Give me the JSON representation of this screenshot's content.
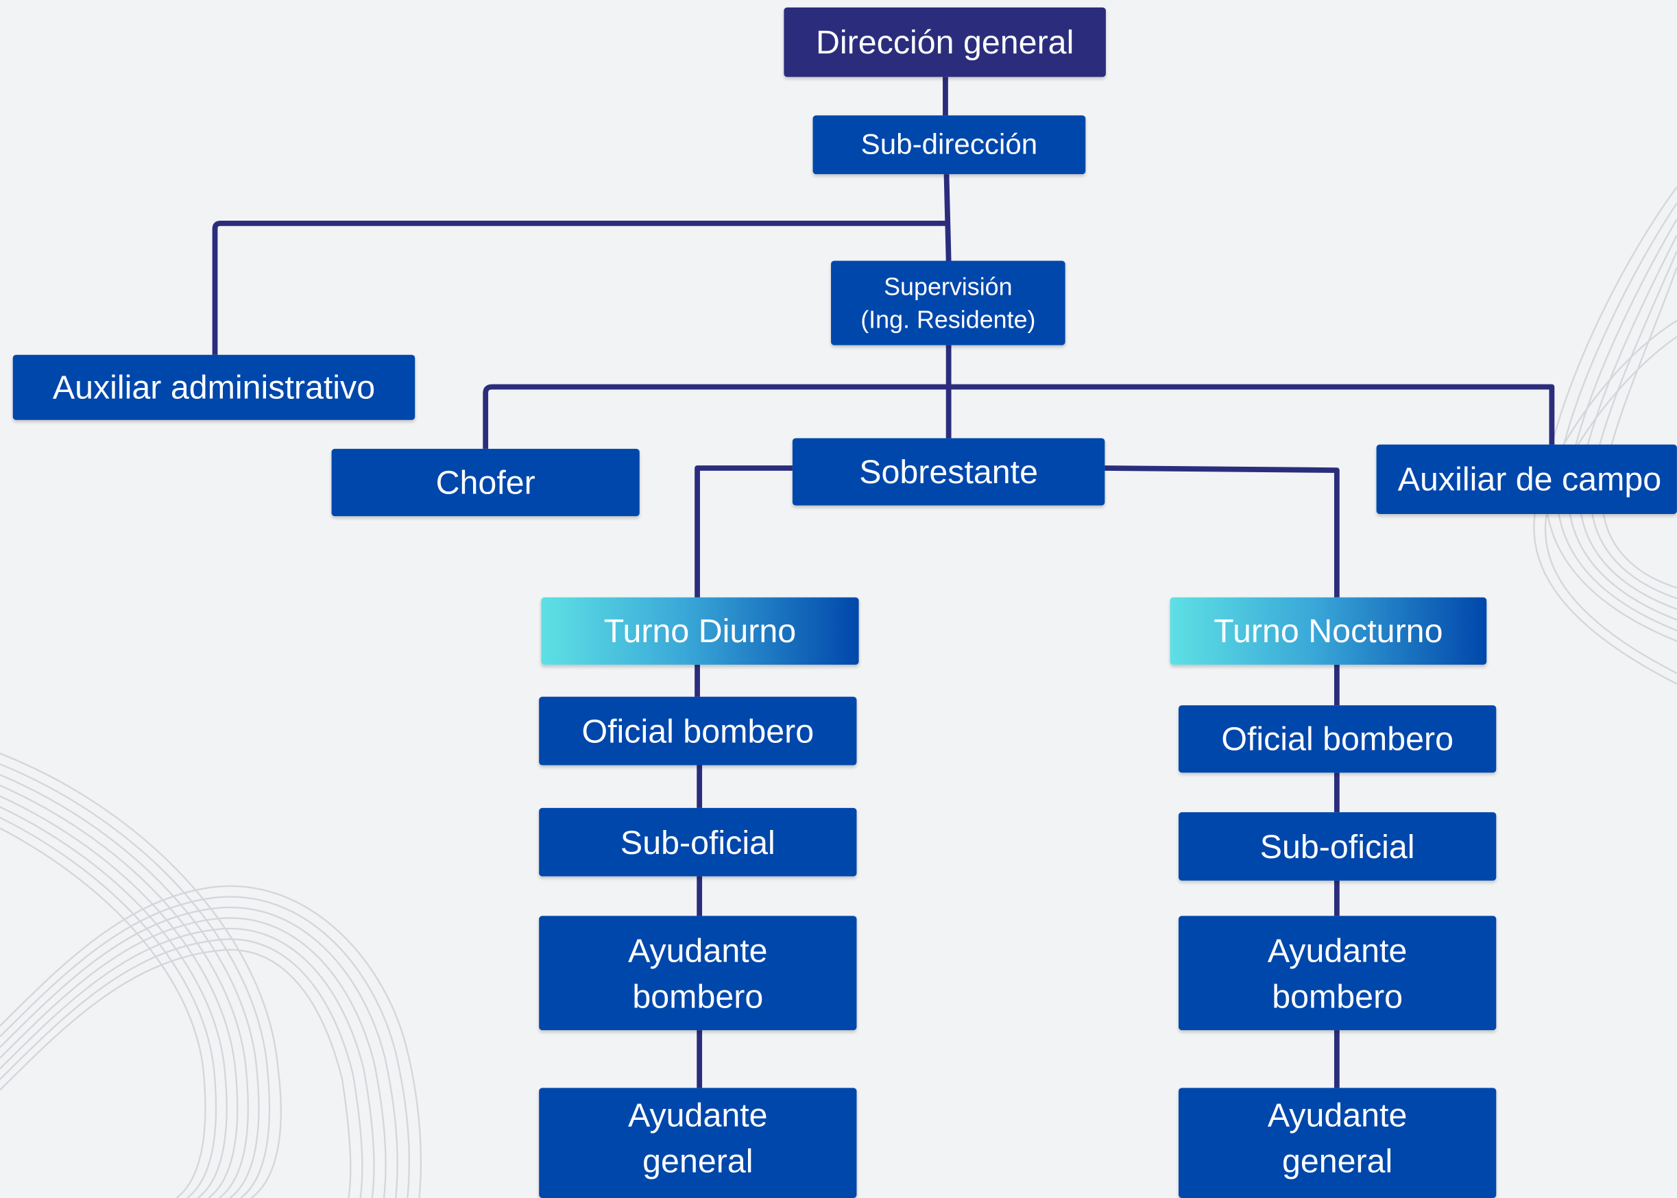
{
  "org": {
    "direccion": "Dirección general",
    "subdireccion": "Sub-dirección",
    "supervision_l1": "Supervisión",
    "supervision_l2": "(Ing. Residente)",
    "auxiliar_admin": "Auxiliar administrativo",
    "chofer": "Chofer",
    "sobrestante": "Sobrestante",
    "auxiliar_campo": "Auxiliar de campo",
    "turno_diurno": {
      "title": "Turno Diurno",
      "oficial": "Oficial bombero",
      "suboficial": "Sub-oficial",
      "ayudante_bombero_l1": "Ayudante",
      "ayudante_bombero_l2": "bombero",
      "ayudante_general_l1": "Ayudante",
      "ayudante_general_l2": "general"
    },
    "turno_nocturno": {
      "title": "Turno Nocturno",
      "oficial": "Oficial bombero",
      "suboficial": "Sub-oficial",
      "ayudante_bombero_l1": "Ayudante",
      "ayudante_bombero_l2": "bombero",
      "ayudante_general_l1": "Ayudante",
      "ayudante_general_l2": "general"
    }
  },
  "colors": {
    "background": "#f2f3f5",
    "box": "#0047ab",
    "box_top": "#2b2d7c",
    "connector": "#2b2d7c",
    "turno_gradient_start": "#5ee0e4",
    "decoration_lines": "#d4d6da"
  }
}
